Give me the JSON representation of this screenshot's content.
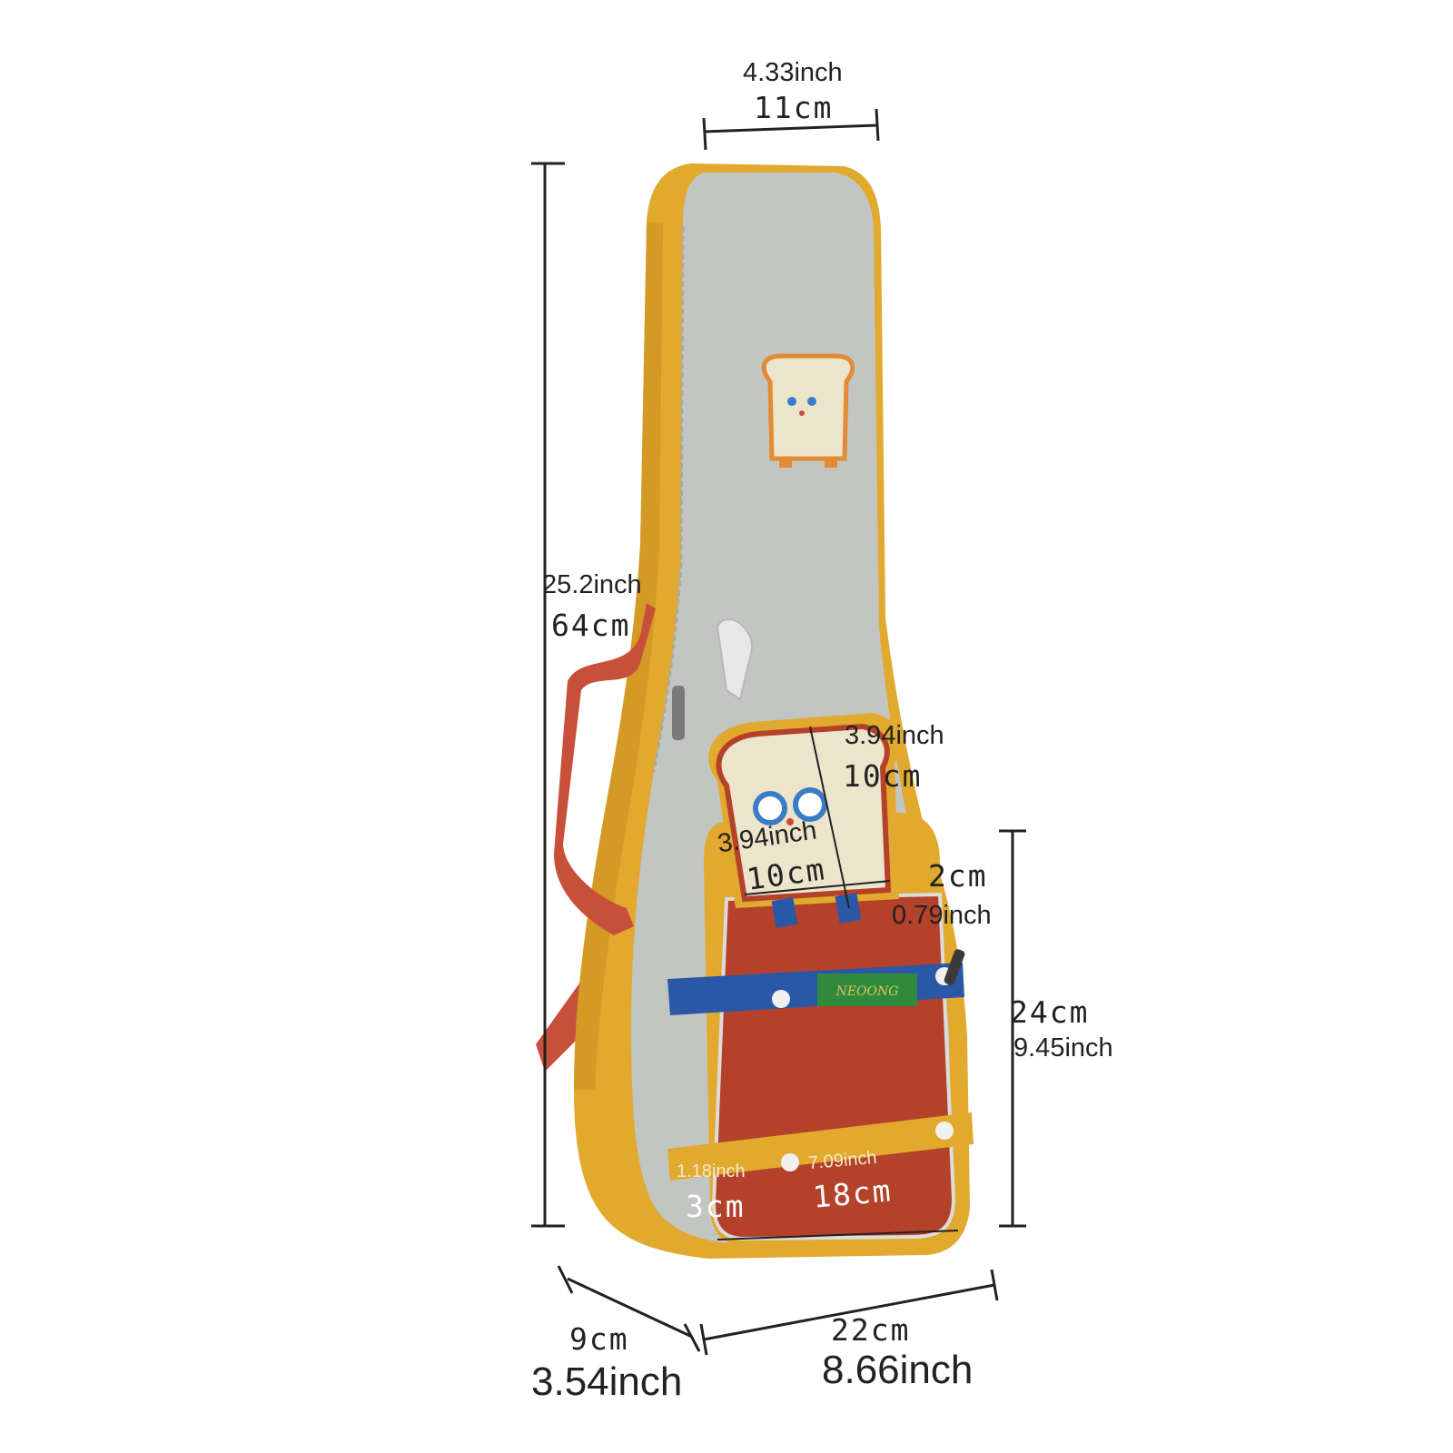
{
  "colors": {
    "mustard": "#e1a92d",
    "grey_panel": "#c3c5c3",
    "rust": "#b4412a",
    "strap_blue": "#2a58a6",
    "label_green": "#2f8a3e",
    "handle_red": "#c8503a",
    "toast_cream": "#ede4cc"
  },
  "product": {
    "front_label": "NEOONG",
    "front_icon": "toast-mascot-icon",
    "pouch_icon": "toast-pouch-icon"
  },
  "dimensions": {
    "top_width": {
      "inch": "4.33inch",
      "cm": "11cm"
    },
    "height": {
      "inch": "25.2inch",
      "cm": "64cm"
    },
    "pouch_width": {
      "inch": "3.94inch",
      "cm": "10cm"
    },
    "pouch_height": {
      "inch": "3.94inch",
      "cm": "10cm"
    },
    "pocket_depth": {
      "cm": "2cm",
      "inch": "0.79inch"
    },
    "pocket_height": {
      "cm": "24cm",
      "inch": "9.45inch"
    },
    "strap_width": {
      "inch": "1.18inch",
      "cm": "3cm"
    },
    "pocket_width": {
      "inch": "7.09inch",
      "cm": "18cm"
    },
    "depth": {
      "cm": "9cm",
      "inch": "3.54inch"
    },
    "bottom_width": {
      "cm": "22cm",
      "inch": "8.66inch"
    }
  }
}
